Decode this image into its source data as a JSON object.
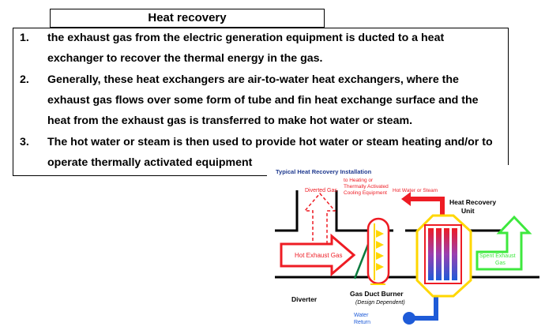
{
  "title": "Heat recovery",
  "items": [
    {
      "num": "1.",
      "lines": [
        "the exhaust gas from the electric generation equipment is ducted to a heat",
        "exchanger to recover the thermal energy in the gas."
      ]
    },
    {
      "num": "2.",
      "lines": [
        "Generally, these heat exchangers are air-to-water heat exchangers, where the",
        "exhaust gas flows over some form of tube and fin heat exchange surface and the",
        "heat from the exhaust gas is transferred to make hot water or steam."
      ]
    },
    {
      "num": "3.",
      "lines": [
        "The hot water or steam is then used to provide hot water or steam heating and/or to",
        "operate thermally activated equipment"
      ]
    }
  ],
  "diagram": {
    "title": "Typical Heat Recovery Installation",
    "diverted_gas": "Diverted Gas",
    "hot_water_lines": [
      "Hot Water or Steam",
      "to Heating or",
      "Thermally Activated",
      "Cooling Equipment"
    ],
    "heat_recovery_lines": [
      "Heat Recovery",
      "Unit"
    ],
    "hot_exhaust_gas": "Hot Exhaust Gas",
    "spent_exhaust_lines": [
      "Spent Exhaust",
      "Gas"
    ],
    "diverter": "Diverter",
    "burner": "Gas Duct Burner",
    "burner_note": "(Design Dependent)",
    "water_return_lines": [
      "Water",
      "Return"
    ]
  },
  "colors": {
    "red": "#ee1c24",
    "green": "#3ee83e",
    "yellow": "#ffd700",
    "blue": "#1e5bd8",
    "title_blue": "#1f3a8f"
  }
}
